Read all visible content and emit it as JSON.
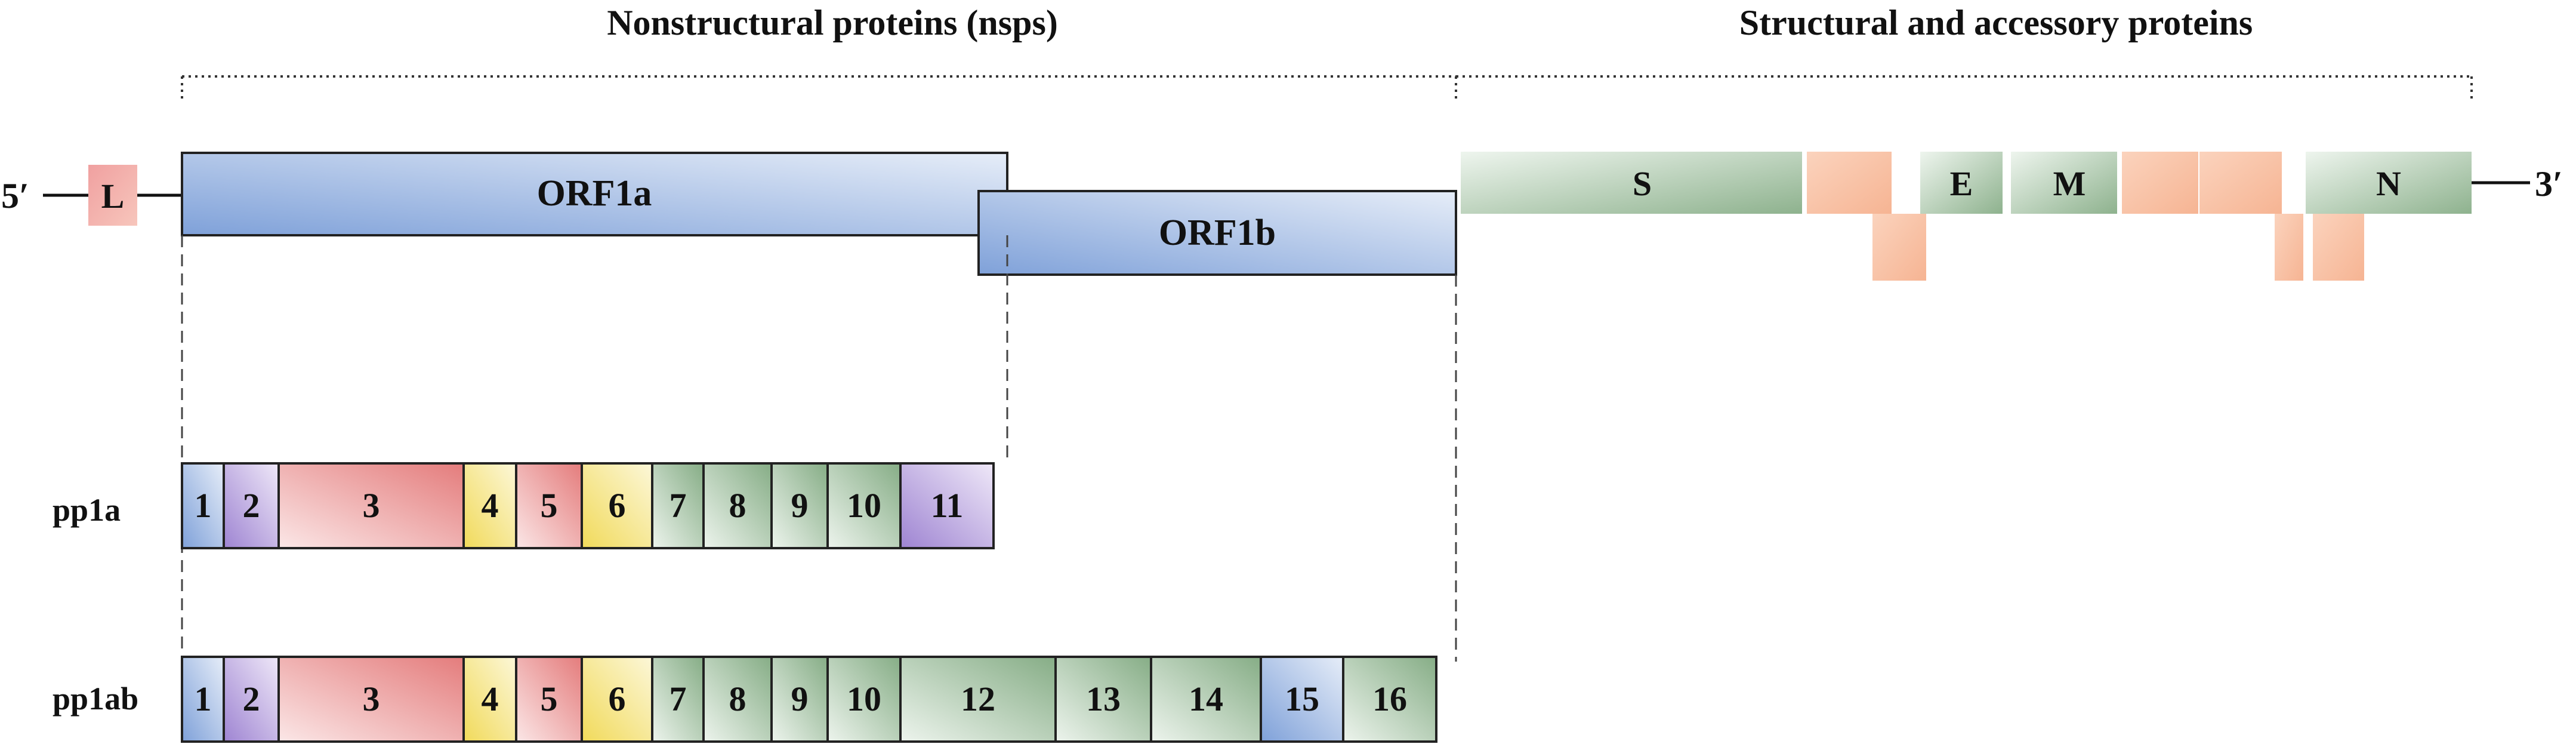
{
  "titles": {
    "nonstructural": "Nonstructural proteins (nsps)",
    "structural": "Structural and accessory proteins"
  },
  "genome": {
    "five_prime": "5′",
    "three_prime": "3′",
    "leader": "L",
    "orf1a": "ORF1a",
    "orf1b": "ORF1b",
    "structural": {
      "S": "S",
      "E": "E",
      "M": "M",
      "N": "N"
    }
  },
  "polyproteins": {
    "pp1a": {
      "label": "pp1a",
      "nsps": [
        "1",
        "2",
        "3",
        "4",
        "5",
        "6",
        "7",
        "8",
        "9",
        "10",
        "11"
      ]
    },
    "pp1ab": {
      "label": "pp1ab",
      "nsps": [
        "1",
        "2",
        "3",
        "4",
        "5",
        "6",
        "7",
        "8",
        "9",
        "10",
        "12",
        "13",
        "14",
        "15",
        "16"
      ]
    }
  },
  "colors": {
    "blue": "#7ea2d8",
    "purple": "#a98ed4",
    "red": "#e58b8b",
    "yellow": "#f3e079",
    "green": "#8fb38f",
    "orange": "#f6b896"
  }
}
